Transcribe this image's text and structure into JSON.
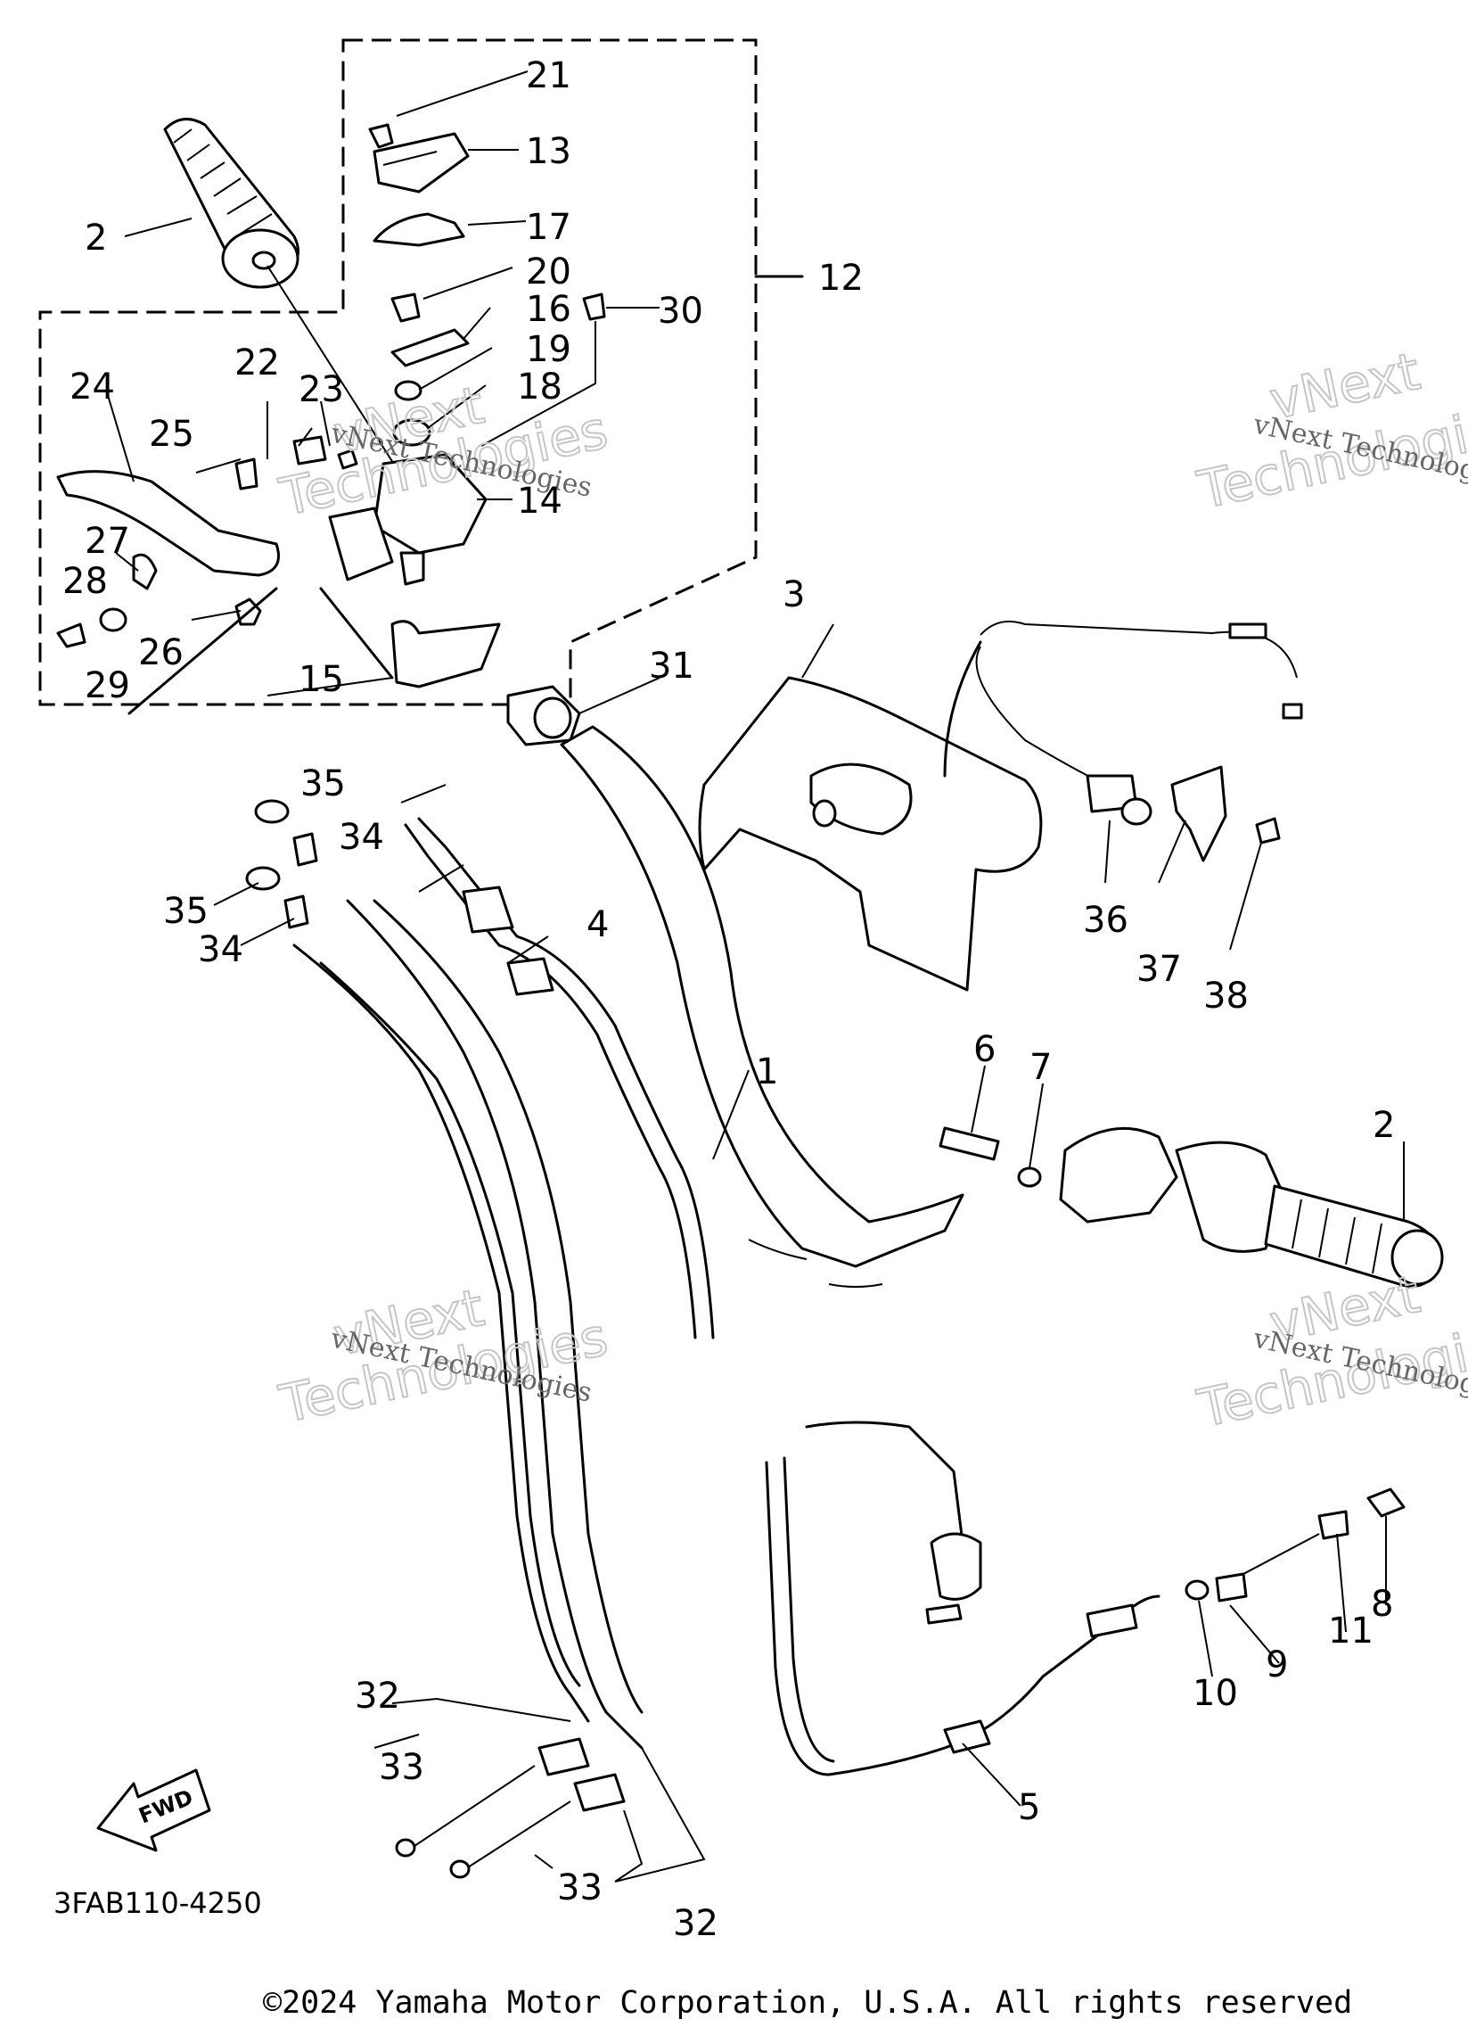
{
  "diagram_code": "3FAB110-4250",
  "copyright": "©2024 Yamaha Motor Corporation, U.S.A. All rights reserved",
  "direction_badge": "FWD",
  "watermark": {
    "line1": "vNext",
    "line2": "Technologies",
    "small": "vNext Technologies"
  },
  "callouts": [
    "1",
    "2",
    "2",
    "3",
    "4",
    "5",
    "6",
    "7",
    "8",
    "9",
    "10",
    "11",
    "12",
    "13",
    "14",
    "15",
    "16",
    "17",
    "18",
    "19",
    "20",
    "21",
    "22",
    "23",
    "24",
    "25",
    "26",
    "27",
    "28",
    "29",
    "30",
    "31",
    "32",
    "32",
    "33",
    "33",
    "34",
    "34",
    "35",
    "35",
    "36",
    "37",
    "38"
  ]
}
